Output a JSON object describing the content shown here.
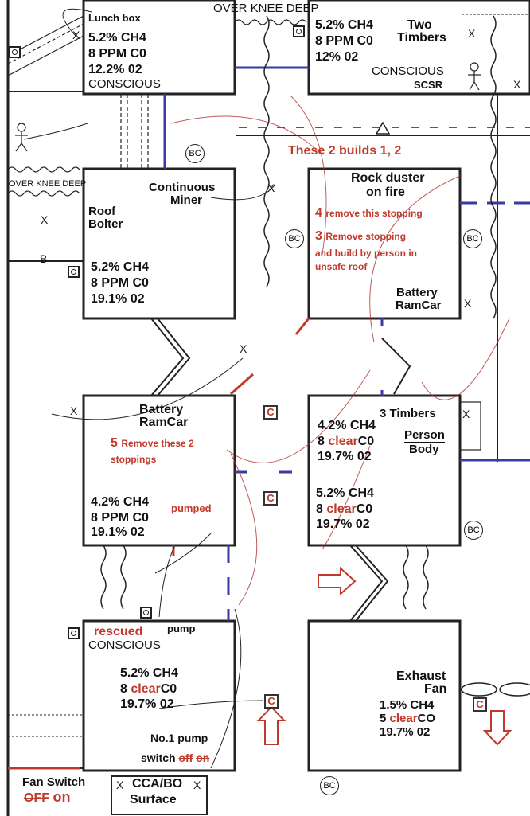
{
  "top_label": "OVER KNEE DEEP",
  "left_label": "OVER KNEE DEEP",
  "lunch_box": {
    "title": "Lunch box",
    "ch4": "5.2% CH4",
    "co": "8 PPM C0",
    "o2": "12.2% 02",
    "status": "CONSCIOUS"
  },
  "two_timbers": {
    "title_line1": "Two",
    "title_line2": "Timbers",
    "ch4": "5.2% CH4",
    "co": "8 PPM C0",
    "o2": "12% 02",
    "status": "CONSCIOUS",
    "scsr": "SCSR"
  },
  "builds_note": "These 2 builds 1, 2",
  "roof_bolter_block": {
    "equipment1_line1": "Continuous",
    "equipment1_line2": "Miner",
    "equipment2_line1": "Roof",
    "equipment2_line2": "Bolter",
    "ch4": "5.2% CH4",
    "co": "8 PPM C0",
    "o2": "19.1% 02",
    "marker_b": "B"
  },
  "rock_duster_block": {
    "title_line1": "Rock duster",
    "title_line2": "on fire",
    "note4_num": "4",
    "note4_text": "remove this stopping",
    "note3_num": "3",
    "note3_line1": "Remove stopping",
    "note3_line2": "and build by person in",
    "note3_line3": "unsafe roof",
    "equip_line1": "Battery",
    "equip_line2": "RamCar"
  },
  "ramcar_block": {
    "title_line1": "Battery",
    "title_line2": "RamCar",
    "note5_num": "5",
    "note5_line1": "Remove these 2",
    "note5_line2": "stoppings",
    "ch4": "4.2% CH4",
    "co": "8 PPM C0",
    "o2": "19.1% 02",
    "pumped": "pumped"
  },
  "person_block": {
    "title": "3 Timbers",
    "person_line1": "Person",
    "person_line2": "Body",
    "a_ch4": "4.2% CH4",
    "a_co_pre": "8",
    "a_co_clear": "clear",
    "a_co_post": "C0",
    "a_o2": "19.7% 02",
    "b_ch4": "5.2% CH4",
    "b_co_pre": "8",
    "b_co_clear": "clear",
    "b_co_post": "C0",
    "b_o2": "19.7% 02"
  },
  "rescued_block": {
    "rescued": "rescued",
    "status": "CONSCIOUS",
    "pump": "pump",
    "ch4": "5.2% CH4",
    "co_pre": "8",
    "co_clear": "clear",
    "co_post": "C0",
    "o2": "19.7% 02",
    "pump_line1": "No.1 pump",
    "pump_switch": "switch",
    "pump_off": "off",
    "pump_on": "on"
  },
  "exhaust_block": {
    "title_line1": "Exhaust",
    "title_line2": "Fan",
    "ch4": "1.5% CH4",
    "co_pre": "5",
    "co_clear": "clear",
    "co_post": "CO",
    "o2": "19.7% 02"
  },
  "fan_switch": {
    "label": "Fan Switch",
    "off": "OFF",
    "on": "on"
  },
  "surface": {
    "line1": "CCA/BO",
    "line2": "Surface"
  },
  "markers": {
    "x": "X",
    "bc": "BC",
    "c": "C"
  },
  "colors": {
    "annotation_red": "#c0392b",
    "stopping_blue": "#3a3aa0",
    "line": "#222222"
  }
}
